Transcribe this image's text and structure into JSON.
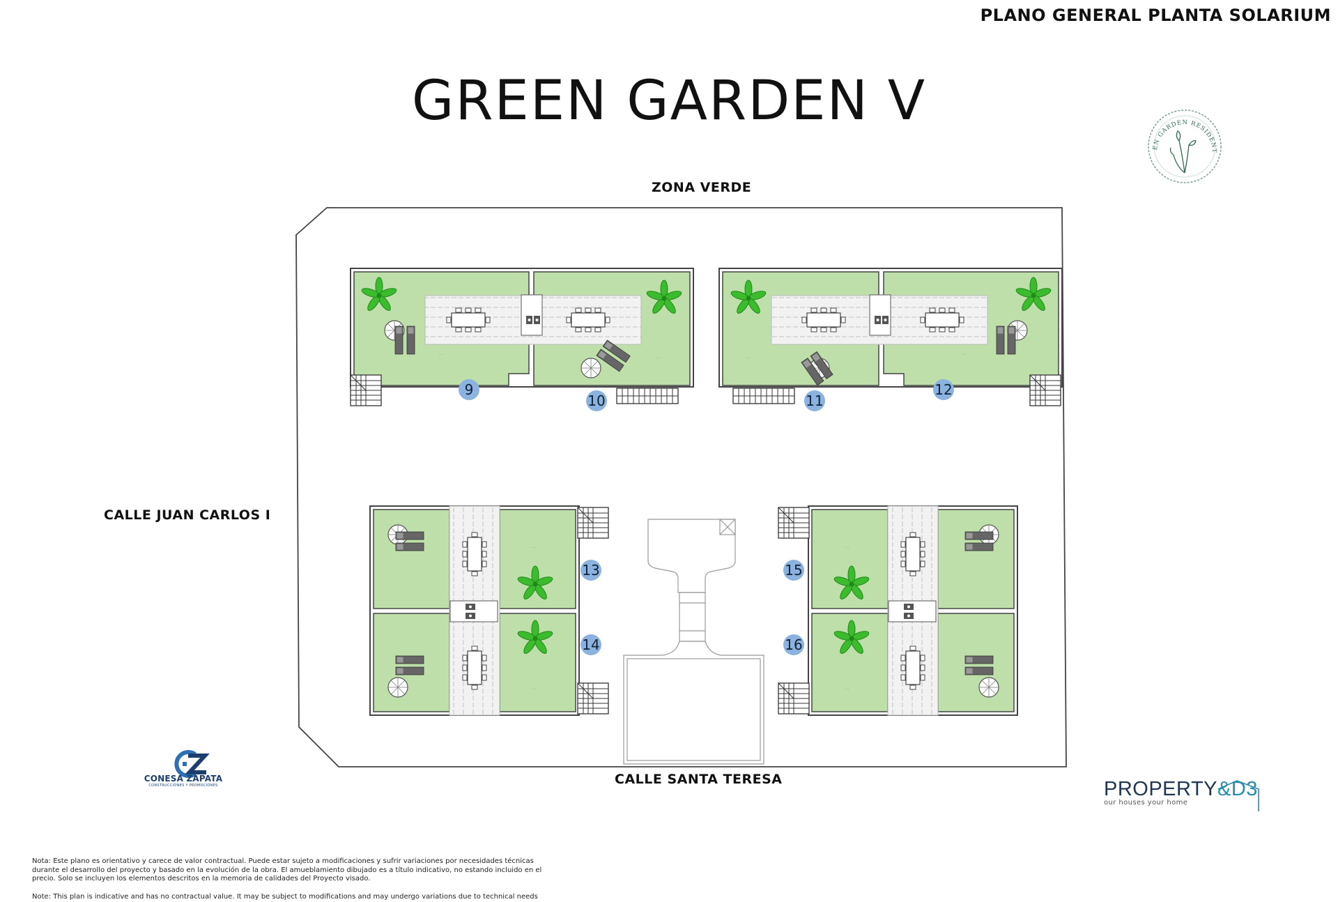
{
  "sheet_title": "PLANO GENERAL PLANTA SOLARIUM",
  "project_title": "GREEN GARDEN V",
  "streets": {
    "north": "ZONA VERDE",
    "west": "CALLE JUAN CARLOS I",
    "south": "CALLE SANTA TERESA"
  },
  "units": [
    "9",
    "10",
    "11",
    "12",
    "13",
    "14",
    "15",
    "16"
  ],
  "colors": {
    "garden": "#bfdfaa",
    "deck": "#efefef",
    "outline": "#444444",
    "unit_badge": "#8cb2e0",
    "palm": "#3dbb2f"
  },
  "logos": {
    "seal": "GREEN GARDEN RESIDENTIAL",
    "conesa_name": "CONESA ZAPATA",
    "conesa_sub": "CONSTRUCCIONES Y PROMOCIONES",
    "property_left": "PROPERTY",
    "property_right": "&D3",
    "property_tagline": "our houses your home"
  },
  "notes": {
    "es": "Nota: Este plano es orientativo y carece de valor contractual. Puede estar sujeto a modificaciones y sufrir variaciones por necesidades técnicas durante el desarrollo del proyecto y basado en la evolución de la obra. El amueblamiento dibujado es a título indicativo, no estando incluido en el precio. Solo se incluyen los elementos descritos en la memoria de calidades del Proyecto visado.",
    "en": "Note: This plan is indicative and has no contractual value. It may be subject to modifications and may undergo variations due to technical needs"
  }
}
